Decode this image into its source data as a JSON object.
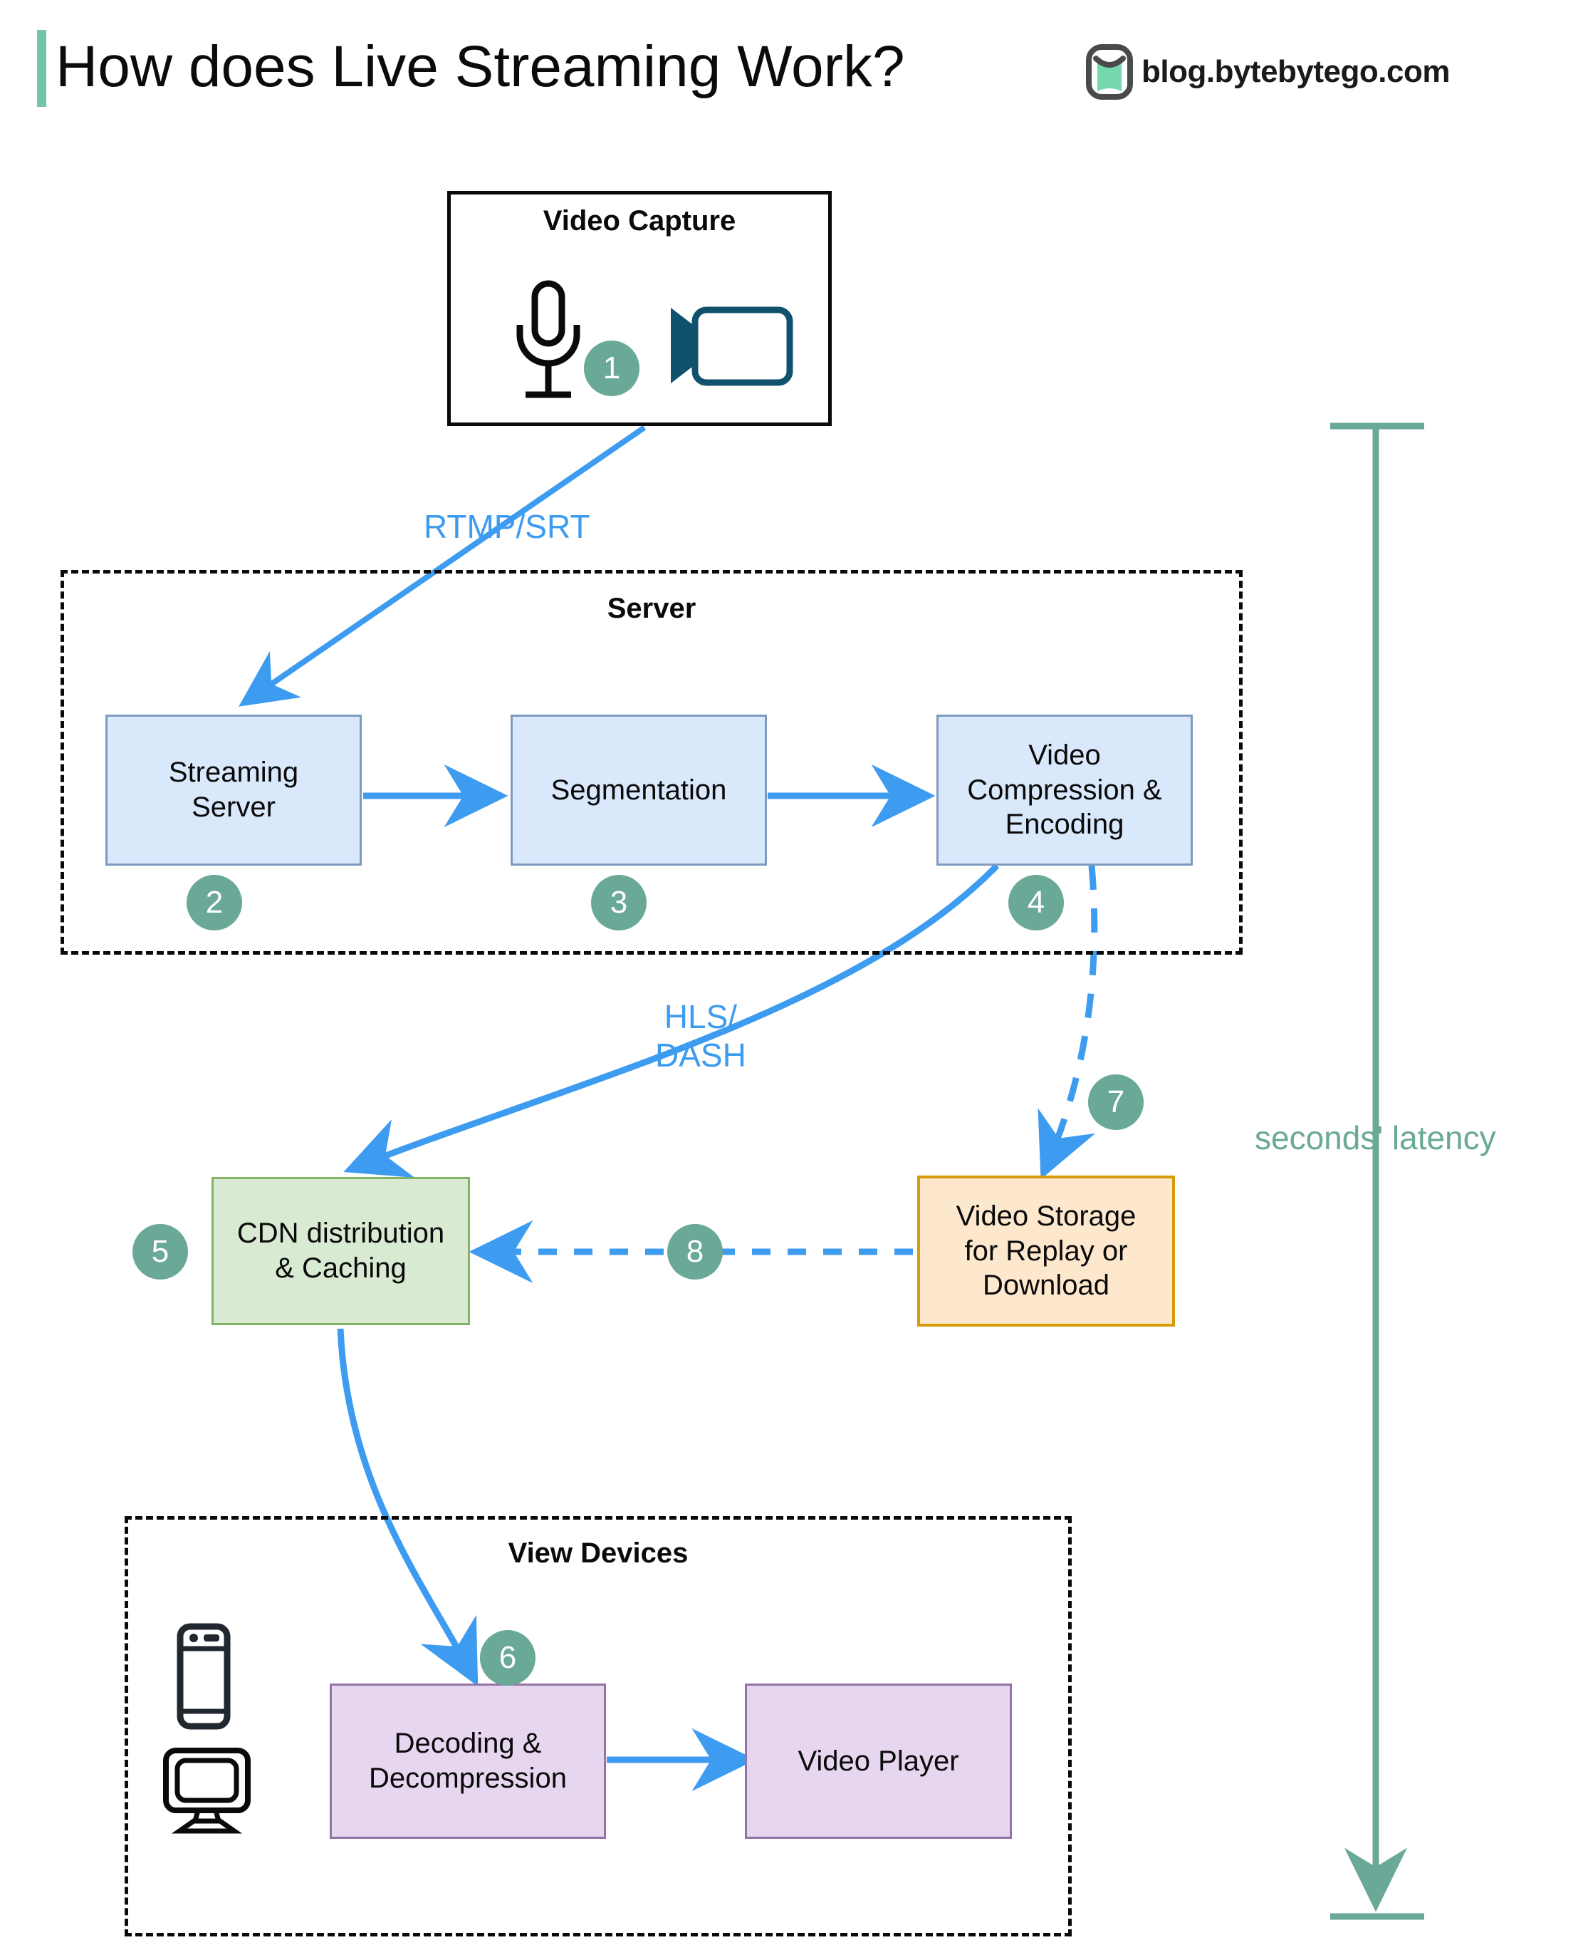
{
  "header": {
    "title": "How does Live Streaming Work?",
    "brand_text": "blog.bytebytego.com",
    "logo_icon": "bytebytego-logo-icon",
    "accent_color": "#74c4a8"
  },
  "colors": {
    "badge": "#6aa897",
    "arrow_blue": "#3d9bf0",
    "latency": "#6aa897",
    "box_blue_fill": "#dae8fc",
    "box_blue_border": "#7e9bbf",
    "box_green_fill": "#d9ead3",
    "box_green_border": "#82b366",
    "box_orange_fill": "#fde8cd",
    "box_orange_border": "#d69b06",
    "box_purple_fill": "#e6d6ef",
    "box_purple_border": "#9673a6",
    "camera_icon": "#10526e"
  },
  "groups": {
    "capture": {
      "title": "Video Capture"
    },
    "server": {
      "title": "Server"
    },
    "view_devices": {
      "title": "View Devices"
    }
  },
  "nodes": {
    "streaming_server": {
      "label": "Streaming\nServer"
    },
    "segmentation": {
      "label": "Segmentation"
    },
    "video_compression": {
      "label": "Video\nCompression &\nEncoding"
    },
    "cdn": {
      "label": "CDN distribution\n& Caching"
    },
    "video_storage": {
      "label": "Video Storage\nfor Replay or\nDownload"
    },
    "decoding": {
      "label": "Decoding &\nDecompression"
    },
    "video_player": {
      "label": "Video Player"
    }
  },
  "icons": {
    "microphone": "microphone-icon",
    "camera": "video-camera-icon",
    "phone": "mobile-phone-icon",
    "monitor": "desktop-monitor-icon"
  },
  "badges": {
    "s1": "1",
    "s2": "2",
    "s3": "3",
    "s4": "4",
    "s5": "5",
    "s6": "6",
    "s7": "7",
    "s8": "8"
  },
  "edge_labels": {
    "rtmp_srt": "RTMP/SRT",
    "hls_dash": "HLS/\nDASH",
    "latency": "seconds' latency"
  }
}
